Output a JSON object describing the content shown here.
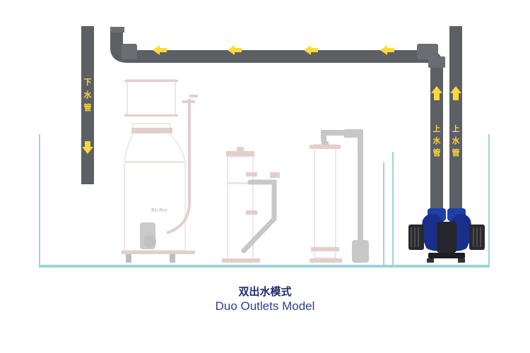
{
  "pipes": {
    "drain_label": [
      "下",
      "水",
      "管"
    ],
    "return_label_left": [
      "上",
      "水",
      "管"
    ],
    "return_label_right": [
      "上",
      "水",
      "管"
    ]
  },
  "equipment": {
    "skimmer_logo": "Rh·Pro"
  },
  "caption": {
    "title_zh": "双出水模式",
    "title_en": "Duo Outlets Model"
  },
  "colors": {
    "pipe": "#5c5f63",
    "arrow": "#ffd83a",
    "pump": "#1f3ea8",
    "tank_glass": "#9fd3d6",
    "faded_equipment": "#c9a9a3"
  }
}
